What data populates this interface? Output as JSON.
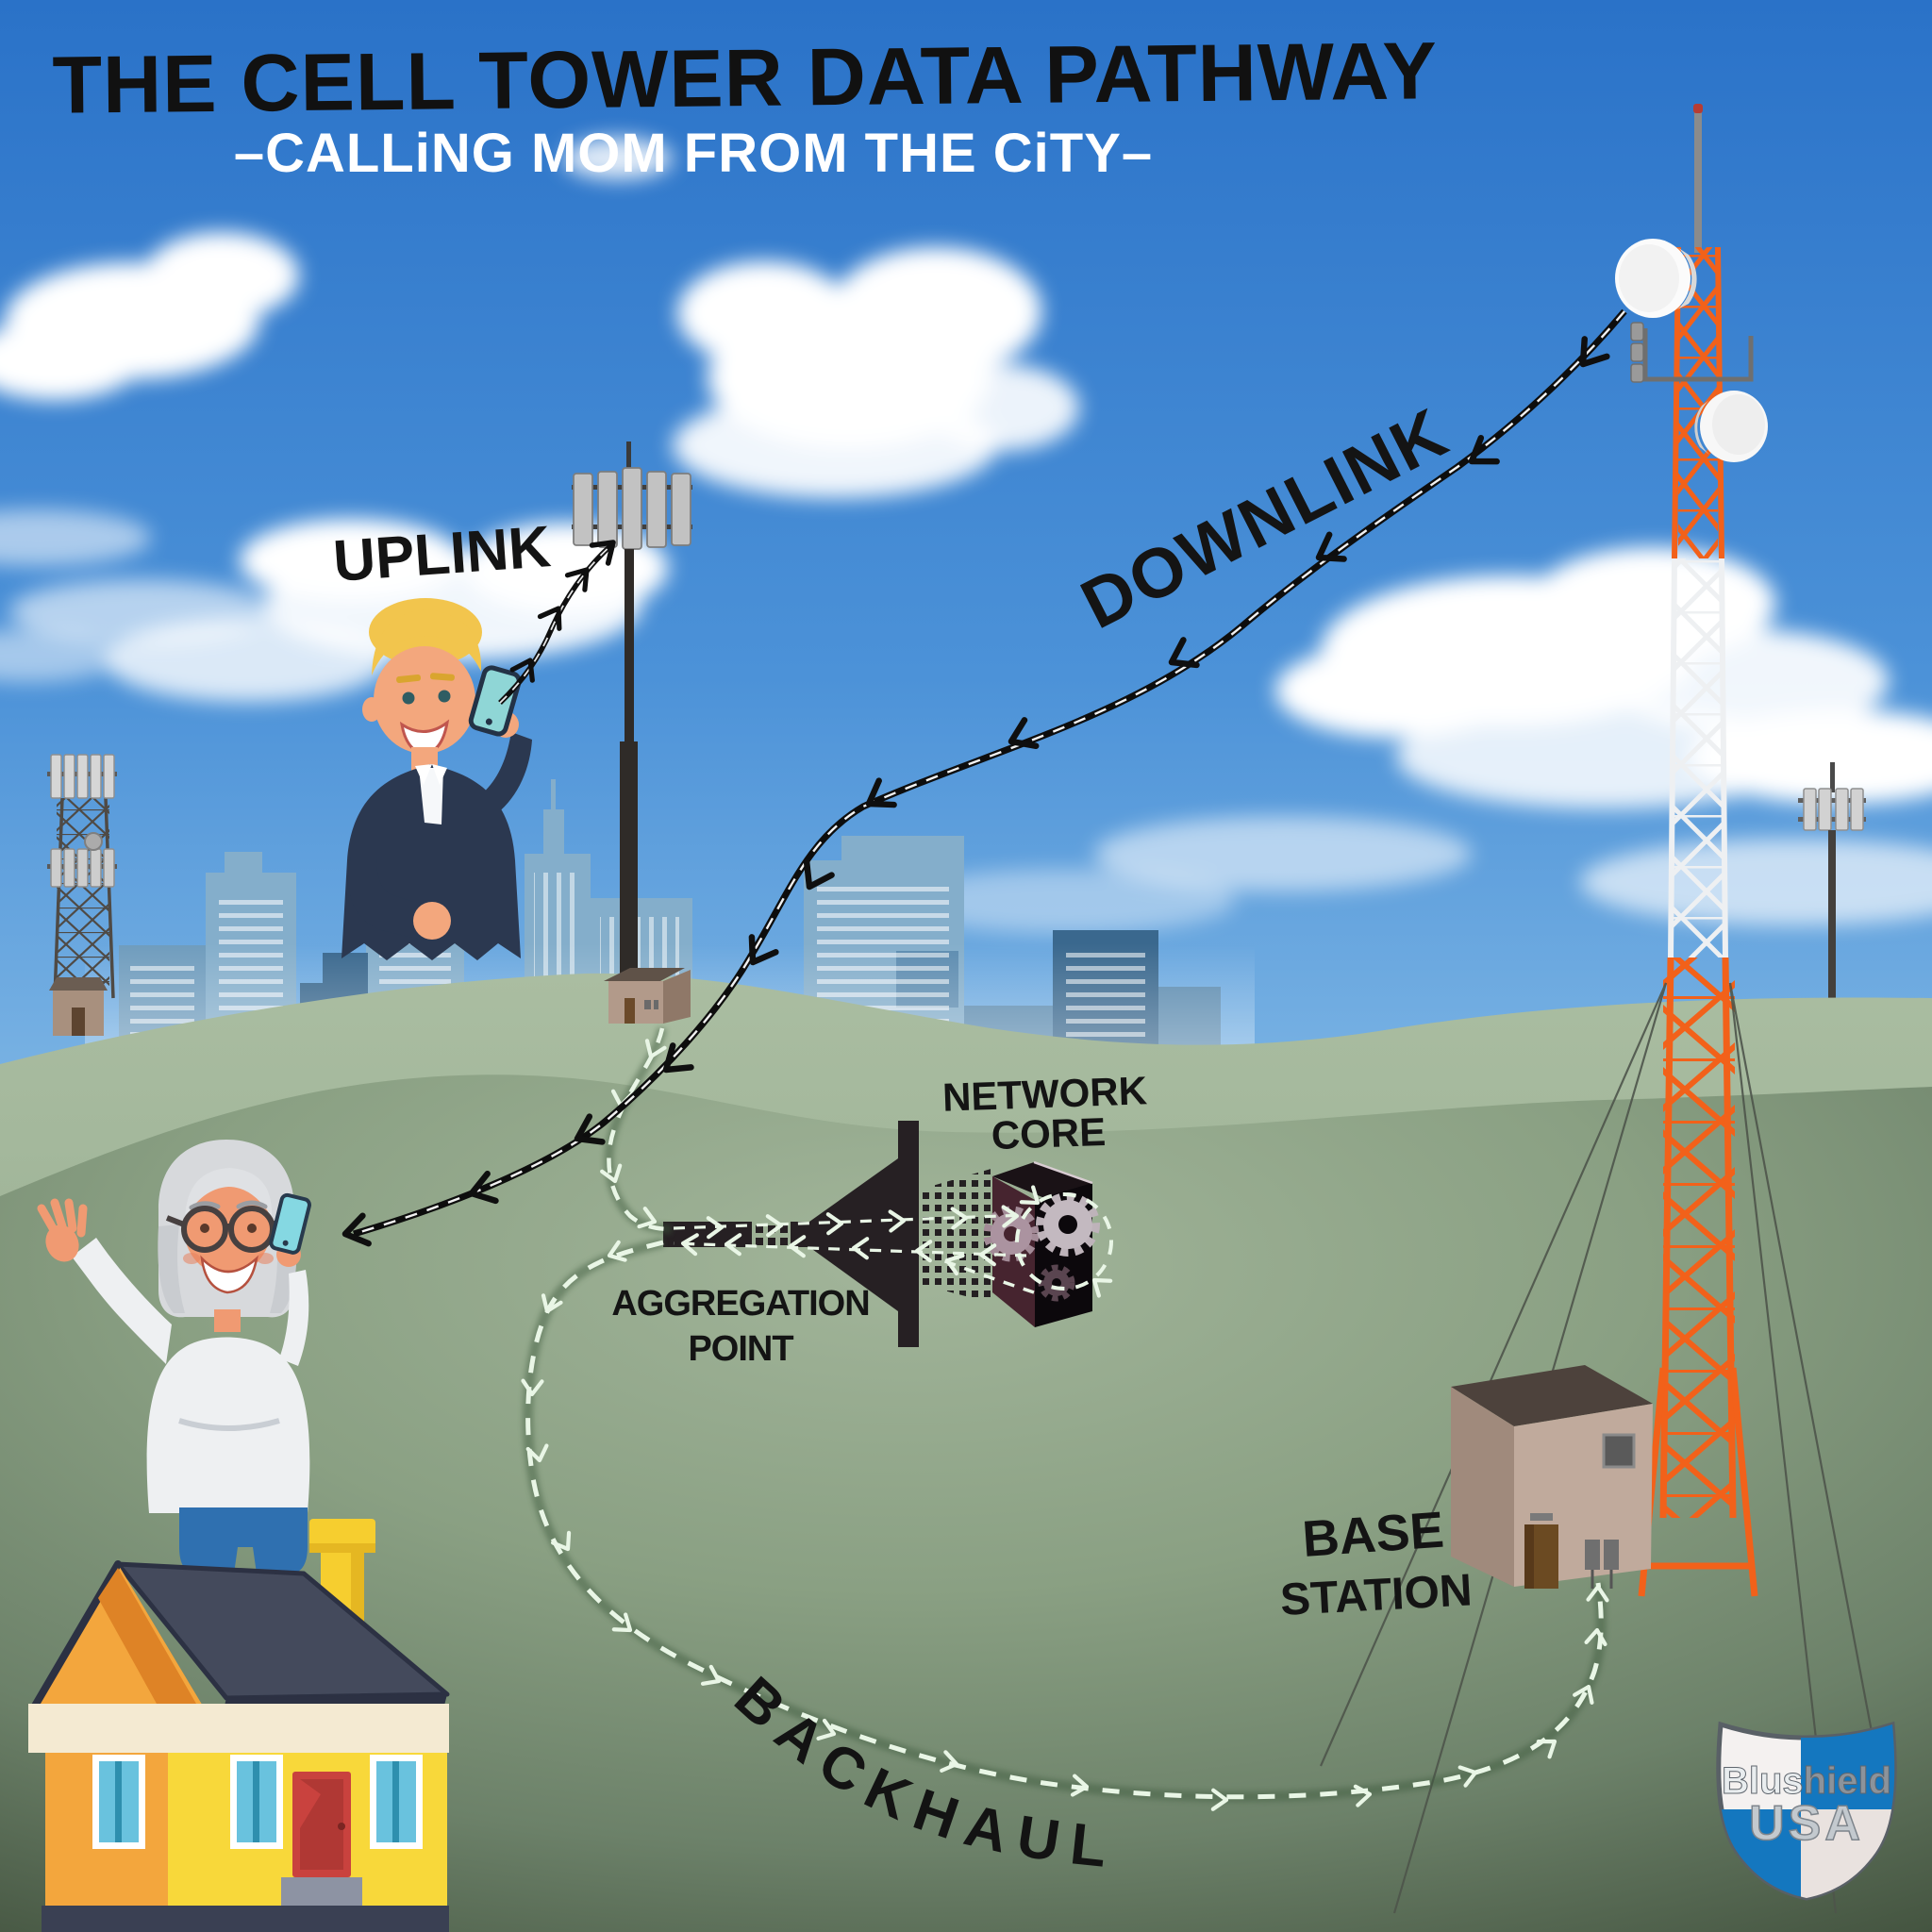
{
  "title": {
    "main": "THE CELL TOWER DATA PATHWAY",
    "subtitle": "–CALLiNG MOM FROM THE CiTY–"
  },
  "labels": {
    "uplink": "UPLINK",
    "downlink": "DOWNLINK",
    "network_core_line1": "NETWORK",
    "network_core_line2": "CORE",
    "aggregation_line1": "AGGREGATION",
    "aggregation_line2": "POINT",
    "base_station_line1": "BASE",
    "base_station_line2": "STATION",
    "backhaul": "BACKHAUL"
  },
  "logo": {
    "brand_a": "Blus",
    "brand_b": "hield",
    "region": "USA"
  },
  "scene_elements": [
    "city-caller-with-phone",
    "small-cell-antenna",
    "city-skyline",
    "mom-with-phone",
    "mom-house",
    "macro-cell-tower",
    "microwave-dishes",
    "base-station-building",
    "aggregation-funnel",
    "network-core-cube",
    "uplink-arrow",
    "downlink-arrow",
    "backhaul-path",
    "blushield-usa-shield-logo"
  ],
  "colors": {
    "sky_top": "#2a72c8",
    "sky_horizon": "#eef7fb",
    "hill_light": "#a3b69b",
    "ground_dark": "#47584a",
    "tower_orange": "#f2611a",
    "ink": "#101010",
    "data_path_green": "#e9f6e6",
    "logo_blue": "#1477bf",
    "house_yellow": "#f8d83a",
    "house_orange": "#f3a63d"
  }
}
